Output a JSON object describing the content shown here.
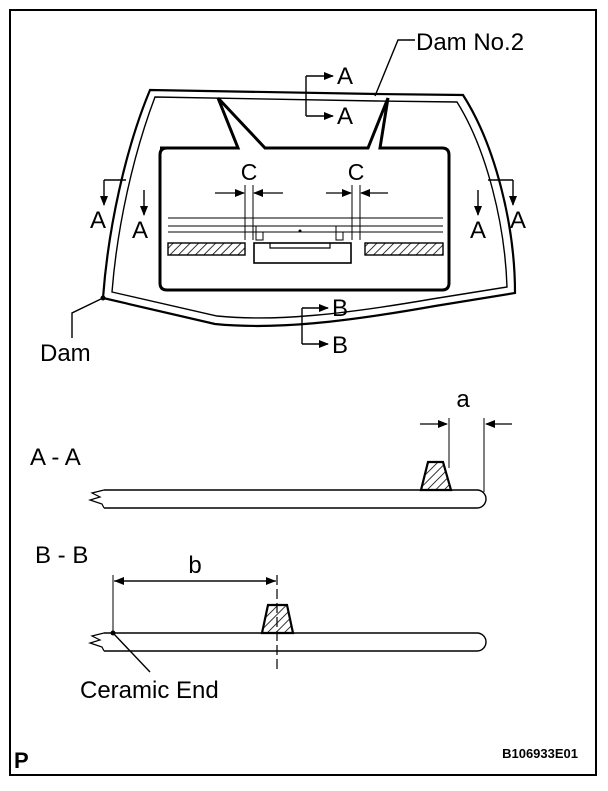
{
  "labels": {
    "dam_no2": "Dam No.2",
    "dam": "Dam",
    "section_a": "A",
    "section_b": "B",
    "section_c": "C",
    "section_aa": "A - A",
    "section_bb": "B - B",
    "dim_a": "a",
    "dim_b": "b",
    "ceramic_end": "Ceramic End",
    "corner_mark": "P",
    "figure_id": "B106933E01"
  },
  "colors": {
    "line": "#000000",
    "background": "#ffffff"
  }
}
